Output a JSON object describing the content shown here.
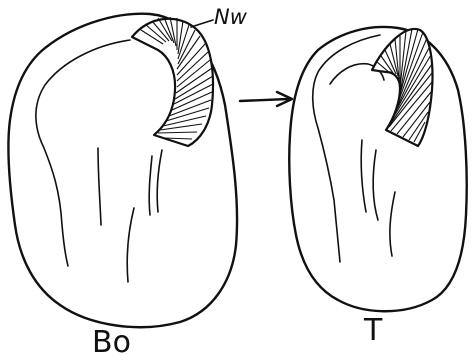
{
  "labels": {
    "left_embryo": "Bo",
    "right_embryo": "T",
    "band": "Nw"
  },
  "colors": {
    "ink": "#111111",
    "paper": "#ffffff"
  }
}
